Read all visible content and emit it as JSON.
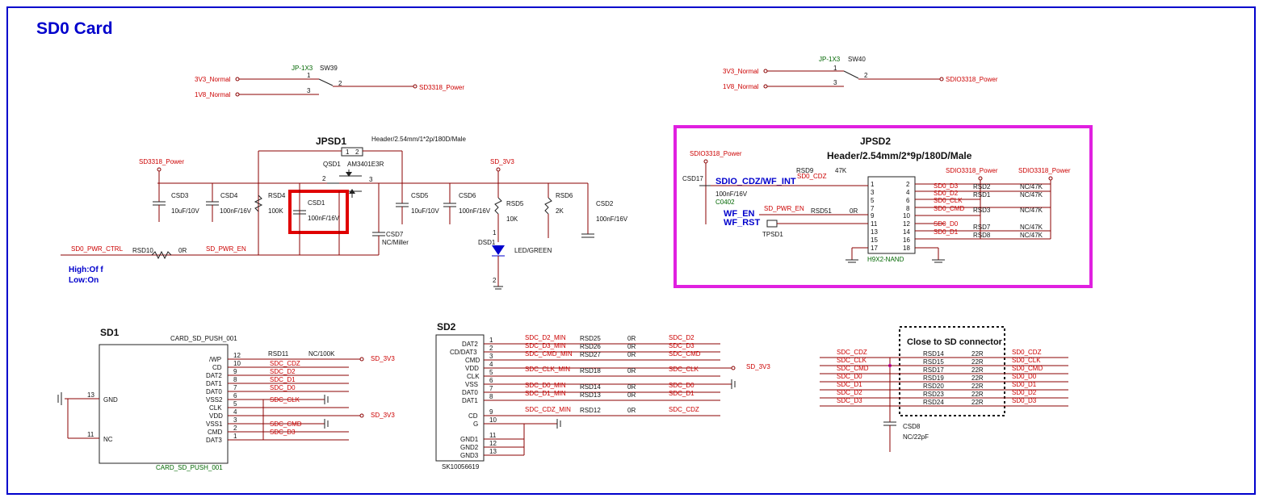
{
  "title": "SD0  Card",
  "colors": {
    "frame": "#0000cc",
    "wire": "#8b0000",
    "net_label": "#cc0000",
    "part_label": "#000000",
    "highlight_red": "#e00000",
    "highlight_magenta": "#e020e0",
    "blue_label": "#0000cc",
    "green_label": "#006600",
    "junction": "#cc00cc"
  },
  "switch_sw39": {
    "ref": "SW39",
    "type": "JP-1X3",
    "in1": "3V3_Normal",
    "in3": "1V8_Normal",
    "out": "SD3318_Power",
    "pin1": "1",
    "pin2": "2",
    "pin3": "3"
  },
  "switch_sw40": {
    "ref": "SW40",
    "type": "JP-1X3",
    "in1": "3V3_Normal",
    "in3": "1V8_Normal",
    "out": "SDIO3318_Power",
    "pin1": "1",
    "pin2": "2",
    "pin3": "3"
  },
  "power_section": {
    "jpsd1_ref": "JPSD1",
    "jpsd1_value": "Header/2.54mm/1*2p/180D/Male",
    "jpsd1_pin1": "1",
    "jpsd1_pin2": "2",
    "qsd1_ref": "QSD1",
    "qsd1_value": "AM3401E3R",
    "qsd1_pin2": "2",
    "qsd1_pin3": "3",
    "net_in": "SD3318_Power",
    "net_out": "SD_3V3",
    "csd3_ref": "CSD3",
    "csd3_value": "10uF/10V",
    "csd4_ref": "CSD4",
    "csd4_value": "100nF/16V",
    "rsd4_ref": "RSD4",
    "rsd4_value": "100K",
    "csd1_ref": "CSD1",
    "csd1_value": "100nF/16V",
    "csd7_ref": "CSD7",
    "csd7_value": "NC/Miller",
    "csd5_ref": "CSD5",
    "csd5_value": "10uF/10V",
    "csd6_ref": "CSD6",
    "csd6_value": "100nF/16V",
    "rsd5_ref": "RSD5",
    "rsd5_value": "10K",
    "rsd6_ref": "RSD6",
    "rsd6_value": "2K",
    "csd2_ref": "CSD2",
    "csd2_value": "100nF/16V",
    "dsd1_ref": "DSD1",
    "dsd1_value": "LED/GREEN",
    "dsd1_pin1": "1",
    "dsd1_pin2": "2",
    "rsd10_ref": "RSD10",
    "rsd10_value": "0R",
    "net_ctrl": "SD0_PWR_CTRL",
    "net_en": "SD_PWR_EN",
    "note_line1": "High:Of f",
    "note_line2": "Low:On"
  },
  "jpsd2": {
    "ref": "JPSD2",
    "value": "Header/2.54mm/2*9p/180D/Male",
    "footprint": "H9X2-NAND",
    "net_power_left": "SDIO3318_Power",
    "net_power_r1": "SDIO3318_Power",
    "net_power_r2": "SDIO3318_Power",
    "csd17_ref": "CSD17",
    "csd17_value": "100nF/16V",
    "csd17_pkg": "C0402",
    "rsd9_ref": "RSD9",
    "rsd9_value": "47K",
    "rsd9_net": "SD0_CDZ",
    "label_cdz": "SDIO_CDZ/WF_INT",
    "label_wf_en": "WF_EN",
    "label_wf_rst": "WF_RST",
    "net_pwr_en": "SD_PWR_EN",
    "rsd51_ref": "RSD51",
    "rsd51_value": "0R",
    "tpsd1": "TPSD1",
    "left_pins": [
      "1",
      "3",
      "5",
      "7",
      "9",
      "11",
      "13",
      "15",
      "17"
    ],
    "right_pins": [
      "2",
      "4",
      "6",
      "8",
      "10",
      "12",
      "14",
      "16",
      "18"
    ],
    "right_nets": [
      {
        "net": "SD0_D3",
        "ref": "RSD2",
        "value": "NC/47K"
      },
      {
        "net": "SD0_D2",
        "ref": "RSD1",
        "value": "NC/47K"
      },
      {
        "net": "SD0_CLK",
        "ref": "",
        "value": ""
      },
      {
        "net": "SD0_CMD",
        "ref": "RSD3",
        "value": "NC/47K"
      },
      {
        "net": "",
        "ref": "",
        "value": ""
      },
      {
        "net": "SD0_D0",
        "ref": "",
        "value": ""
      },
      {
        "net": "SD0_D1",
        "ref": "RSD7",
        "value": "NC/47K"
      },
      {
        "net": "",
        "ref": "RSD8",
        "value": "NC/47K"
      }
    ]
  },
  "sd1": {
    "ref": "SD1",
    "part": "CARD_SD_PUSH_001",
    "part_bottom": "CARD_SD_PUSH_001",
    "left_gnd_pin": "13",
    "left_gnd": "GND",
    "left_nc_pin": "11",
    "left_nc": "NC",
    "pins": [
      {
        "name": "/WP",
        "num": "12",
        "net": "",
        "extra": "RSD11",
        "val": "NC/100K",
        "end": "SD_3V3"
      },
      {
        "name": "CD",
        "num": "10",
        "net": "SDC_CDZ",
        "extra": "",
        "val": "",
        "end": ""
      },
      {
        "name": "DAT2",
        "num": "9",
        "net": "SDC_D2",
        "extra": "",
        "val": "",
        "end": ""
      },
      {
        "name": "DAT1",
        "num": "8",
        "net": "SDC_D1",
        "extra": "",
        "val": "",
        "end": ""
      },
      {
        "name": "DAT0",
        "num": "7",
        "net": "SDC_D0",
        "extra": "",
        "val": "",
        "end": ""
      },
      {
        "name": "VSS2",
        "num": "6",
        "net": "",
        "extra": "",
        "val": "",
        "end": ""
      },
      {
        "name": "CLK",
        "num": "5",
        "net": "SDC_CLK",
        "extra": "",
        "val": "",
        "end": ""
      },
      {
        "name": "VDD",
        "num": "4",
        "net": "",
        "extra": "",
        "val": "",
        "end": "SD_3V3"
      },
      {
        "name": "VSS1",
        "num": "3",
        "net": "",
        "extra": "",
        "val": "",
        "end": ""
      },
      {
        "name": "CMD",
        "num": "2",
        "net": "SDC_CMD",
        "extra": "",
        "val": "",
        "end": ""
      },
      {
        "name": "DAT3",
        "num": "1",
        "net": "SDC_D3",
        "extra": "",
        "val": "",
        "end": ""
      }
    ]
  },
  "sd2": {
    "ref": "SD2",
    "part": "SK10056619",
    "pins": [
      {
        "name": "DAT2",
        "num": "1",
        "net": "SDC_D2_MIN",
        "ref": "RSD25",
        "val": "0R",
        "out": "SDC_D2"
      },
      {
        "name": "CD/DAT3",
        "num": "2",
        "net": "SDC_D3_MIN",
        "ref": "RSD26",
        "val": "0R",
        "out": "SDC_D3"
      },
      {
        "name": "CMD",
        "num": "3",
        "net": "SDC_CMD_MIN",
        "ref": "RSD27",
        "val": "0R",
        "out": "SDC_CMD"
      },
      {
        "name": "VDD",
        "num": "4",
        "net": "",
        "ref": "",
        "val": "",
        "out": "SD_3V3"
      },
      {
        "name": "CLK",
        "num": "5",
        "net": "SDC_CLK_MIN",
        "ref": "RSD18",
        "val": "0R",
        "out": "SDC_CLK"
      },
      {
        "name": "VSS",
        "num": "6",
        "net": "",
        "ref": "",
        "val": "",
        "out": ""
      },
      {
        "name": "DAT0",
        "num": "7",
        "net": "SDC_D0_MIN",
        "ref": "RSD14",
        "val": "0R",
        "out": "SDC_D0"
      },
      {
        "name": "DAT1",
        "num": "8",
        "net": "SDC_D1_MIN",
        "ref": "RSD13",
        "val": "0R",
        "out": "SDC_D1"
      },
      {
        "name": "CD",
        "num": "9",
        "net": "SDC_CDZ_MIN",
        "ref": "RSD12",
        "val": "0R",
        "out": "SDC_CDZ"
      },
      {
        "name": "G",
        "num": "10",
        "net": "",
        "ref": "",
        "val": "",
        "out": ""
      },
      {
        "name": "GND1",
        "num": "11",
        "net": "",
        "ref": "",
        "val": "",
        "out": ""
      },
      {
        "name": "GND2",
        "num": "12",
        "net": "",
        "ref": "",
        "val": "",
        "out": ""
      },
      {
        "name": "GND3",
        "num": "13",
        "net": "",
        "ref": "",
        "val": "",
        "out": ""
      }
    ]
  },
  "series_r": {
    "box_label": "Close to SD connector",
    "csd8_ref": "CSD8",
    "csd8_value": "NC/22pF",
    "rows": [
      {
        "left": "SDC_CDZ",
        "ref": "RSD14",
        "val": "22R",
        "right": "SD0_CDZ"
      },
      {
        "left": "SDC_CLK",
        "ref": "RSD15",
        "val": "22R",
        "right": "SD0_CLK"
      },
      {
        "left": "SDC_CMD",
        "ref": "RSD17",
        "val": "22R",
        "right": "SD0_CMD"
      },
      {
        "left": "SDC_D0",
        "ref": "RSD19",
        "val": "22R",
        "right": "SD0_D0"
      },
      {
        "left": "SDC_D1",
        "ref": "RSD20",
        "val": "22R",
        "right": "SD0_D1"
      },
      {
        "left": "SDC_D2",
        "ref": "RSD23",
        "val": "22R",
        "right": "SD0_D2"
      },
      {
        "left": "SDC_D3",
        "ref": "RSD24",
        "val": "22R",
        "right": "SD0_D3"
      }
    ]
  }
}
